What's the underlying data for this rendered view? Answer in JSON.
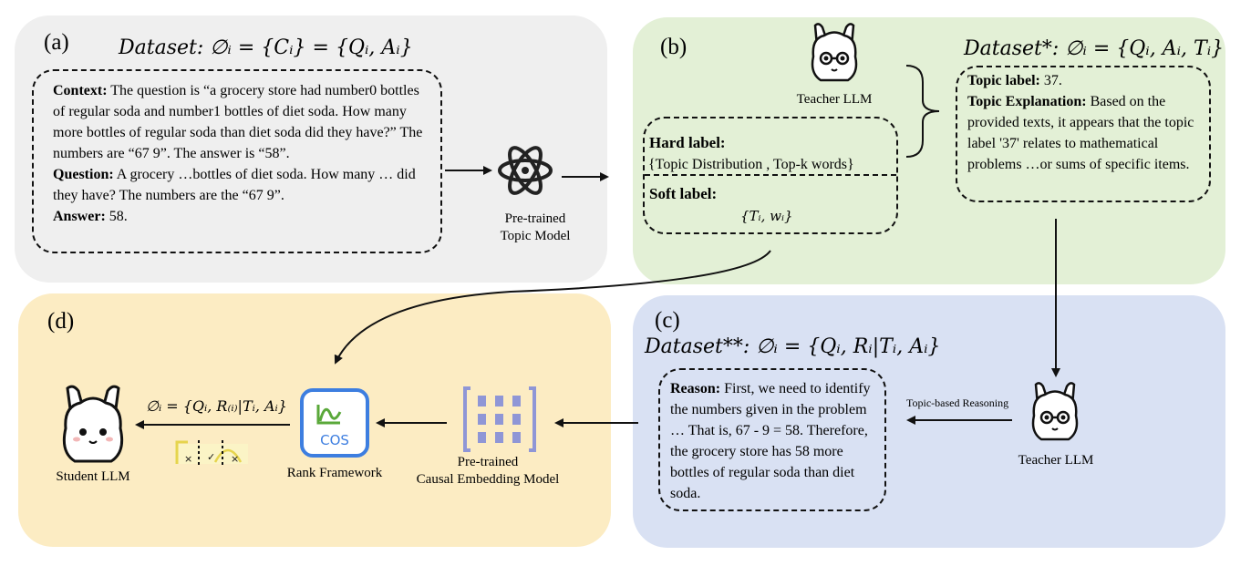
{
  "panel_a": {
    "tag": "(a)",
    "formula": "Dataset: ∅ᵢ = {Cᵢ} = {Qᵢ, Aᵢ}",
    "context_label": "Context:",
    "context_text": " The question is “a grocery store had number0 bottles of regular soda and number1 bottles of diet soda. How many more bottles of regular soda than diet soda did they have?” The numbers are “67 9”. The answer is “58”.",
    "question_label": "Question:",
    "question_text": " A grocery …bottles of diet soda. How many … did they have? The numbers are the “67 9”.",
    "answer_label": "Answer:",
    "answer_text": " 58.",
    "topic_model_label_1": "Pre-trained",
    "topic_model_label_2": "Topic Model"
  },
  "panel_b": {
    "tag": "(b)",
    "formula": "Dataset*: ∅ᵢ = {Qᵢ, Aᵢ, Tᵢ}",
    "teacher_label": "Teacher LLM",
    "hard_label": "Hard label:",
    "hard_label_content": "{Topic Distribution , Top-k words}",
    "soft_label": "Soft label:",
    "soft_label_content": "{Tᵢ, wᵢ}",
    "topic_label_key": "Topic label:",
    "topic_label_value": " 37.",
    "topic_expl_key": "Topic Explanation:",
    "topic_expl_value": " Based on the provided texts, it appears that the topic label '37' relates to mathematical problems …or sums of specific items."
  },
  "panel_c": {
    "tag": "(c)",
    "formula": "Dataset**: ∅ᵢ = {Qᵢ, Rᵢ|Tᵢ, Aᵢ}",
    "reason_label": "Reason:",
    "reason_text": " First, we need to identify the numbers given in the problem … That is, 67 - 9 = 58. Therefore, the grocery store has 58 more bottles of regular soda than diet soda.",
    "arrow_label": "Topic-based Reasoning",
    "teacher_label": "Teacher LLM"
  },
  "panel_d": {
    "tag": "(d)",
    "formula": "∅ᵢ = {Qᵢ, R₍ᵢ₎|Tᵢ, Aᵢ}",
    "student_label": "Student LLM",
    "rank_label": "Rank Framework",
    "cos_text": "COS",
    "embed_label_1": "Pre-trained",
    "embed_label_2": "Causal Embedding Model"
  },
  "colors": {
    "panel_a_bg": "#efefef",
    "panel_b_bg": "#e3f0d6",
    "panel_c_bg": "#d9e1f3",
    "panel_d_bg": "#fcecc3",
    "cos_blue": "#3d7ee0",
    "cos_green": "#5aa83a",
    "embed_purple": "#8f96d6"
  },
  "icons": [
    "atom-icon",
    "alpaca-icon",
    "cos-icon",
    "embedding-grid-icon",
    "rank-check-icon"
  ]
}
